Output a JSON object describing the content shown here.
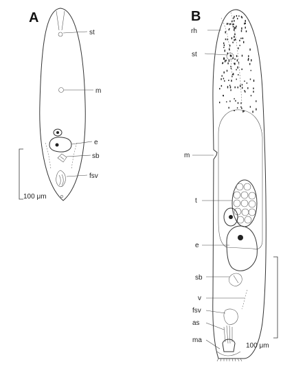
{
  "panels": {
    "A": {
      "letter": "A",
      "labels": {
        "st": "st",
        "m": "m",
        "e": "e",
        "sb": "sb",
        "fsv": "fsv"
      },
      "scale_bar": "100 μm"
    },
    "B": {
      "letter": "B",
      "labels": {
        "rh": "rh",
        "st": "st",
        "m": "m",
        "t": "t",
        "e": "e",
        "sb": "sb",
        "v": "v",
        "fsv": "fsv",
        "as": "as",
        "ma": "ma"
      },
      "scale_bar": "100 μm"
    }
  }
}
